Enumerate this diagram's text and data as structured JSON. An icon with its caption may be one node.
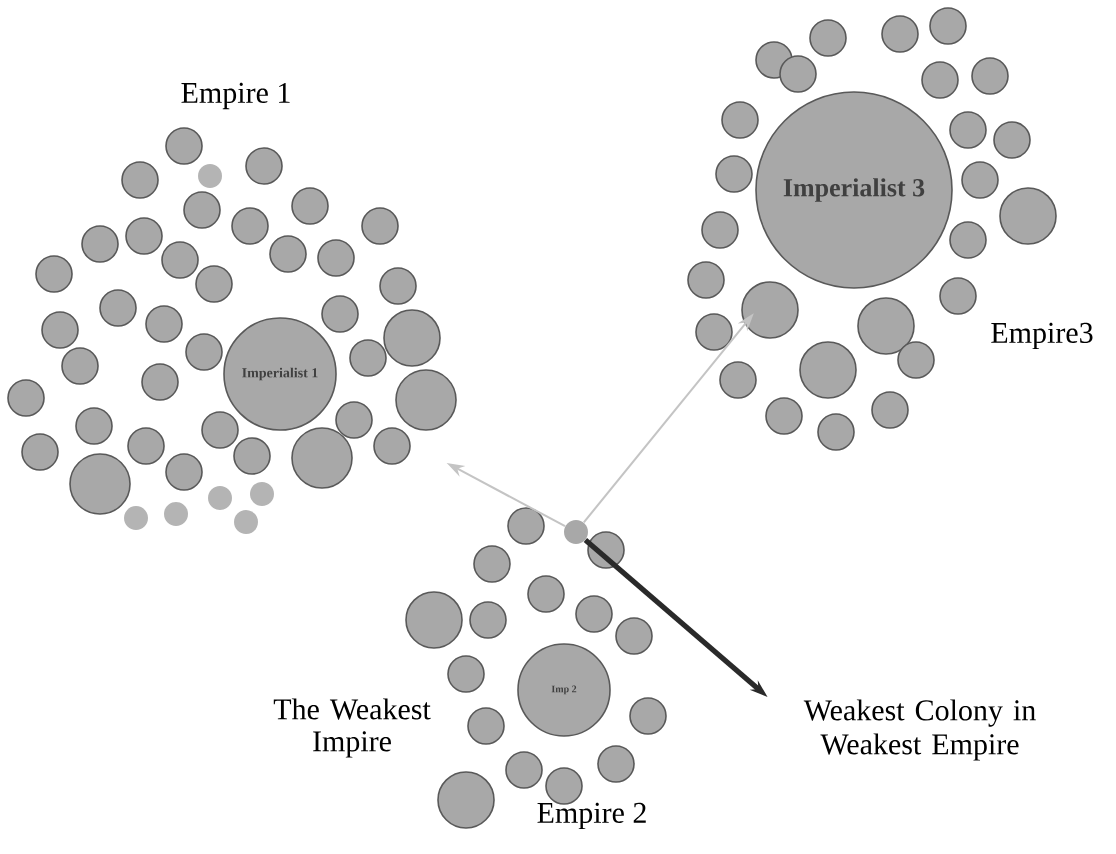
{
  "diagram": {
    "nodes": [
      {
        "text": [
          "Imperialist 1"
        ]
      },
      {
        "text": [
          "Imperialist 3"
        ]
      },
      {
        "text": [
          "Imp 2"
        ]
      },
      {
        "text": [],
        "shape": "circle"
      },
      {
        "text": [
          "Weakest Colony in Weakest Empire"
        ]
      }
    ],
    "edges": [
      {
        "from": 3,
        "to": 0,
        "arrow": "to"
      },
      {
        "from": 3,
        "to": 1,
        "arrow": "to"
      },
      {
        "from": 3,
        "to": 4,
        "arrow": "to",
        "style": "thick",
        "color": "#2a2a2a"
      }
    ],
    "labels": [
      "Empire 1",
      "Empire3",
      "The Weakest Impire",
      "Empire 2"
    ]
  }
}
